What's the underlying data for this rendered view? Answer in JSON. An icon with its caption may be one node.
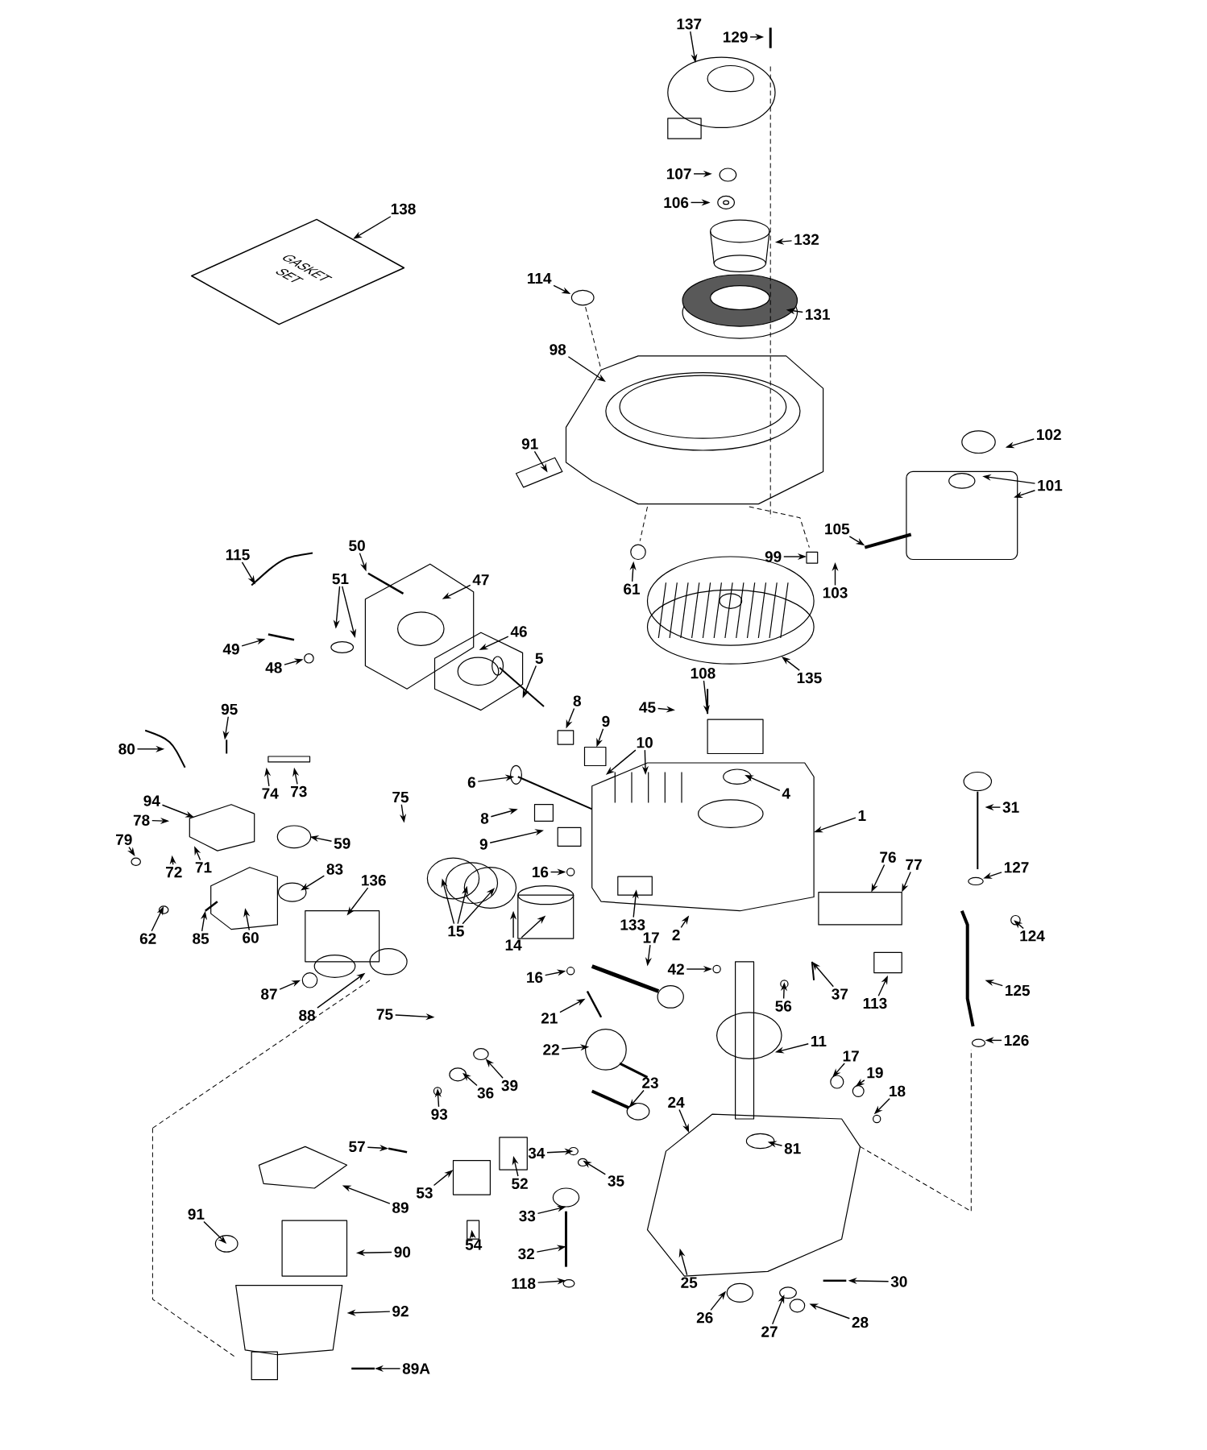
{
  "diagram": {
    "nodes": [
      {
        "text": [
          "137"
        ]
      },
      {
        "text": [
          "129"
        ]
      },
      {
        "text": [
          "107"
        ]
      },
      {
        "text": [
          "106"
        ]
      },
      {
        "text": [
          "138"
        ]
      },
      {
        "text": [
          "GASKET SET"
        ]
      },
      {
        "text": [
          "132"
        ]
      },
      {
        "text": [
          "114"
        ]
      },
      {
        "text": [
          "131"
        ]
      },
      {
        "text": [
          "98"
        ]
      },
      {
        "text": [
          "102"
        ]
      },
      {
        "text": [
          "91"
        ]
      },
      {
        "text": [
          "101"
        ]
      },
      {
        "text": [
          "105"
        ]
      },
      {
        "text": [
          "50"
        ]
      },
      {
        "text": [
          "115"
        ]
      },
      {
        "text": [
          "99"
        ]
      },
      {
        "text": [
          "51"
        ]
      },
      {
        "text": [
          "47"
        ]
      },
      {
        "text": [
          "61"
        ]
      },
      {
        "text": [
          "103"
        ]
      },
      {
        "text": [
          "46"
        ]
      },
      {
        "text": [
          "49"
        ]
      },
      {
        "text": [
          "5"
        ]
      },
      {
        "text": [
          "48"
        ]
      },
      {
        "text": [
          "108"
        ]
      },
      {
        "text": [
          "135"
        ]
      },
      {
        "text": [
          "45"
        ]
      },
      {
        "text": [
          "8"
        ]
      },
      {
        "text": [
          "95"
        ]
      },
      {
        "text": [
          "9"
        ]
      },
      {
        "text": [
          "10"
        ]
      },
      {
        "text": [
          "80"
        ]
      },
      {
        "text": [
          "6"
        ]
      },
      {
        "text": [
          "73"
        ]
      },
      {
        "text": [
          "74"
        ]
      },
      {
        "text": [
          "4"
        ]
      },
      {
        "text": [
          "75"
        ]
      },
      {
        "text": [
          "94"
        ]
      },
      {
        "text": [
          "31"
        ]
      },
      {
        "text": [
          "1"
        ]
      },
      {
        "text": [
          "8"
        ]
      },
      {
        "text": [
          "78"
        ]
      },
      {
        "text": [
          "79"
        ]
      },
      {
        "text": [
          "59"
        ]
      },
      {
        "text": [
          "9"
        ]
      },
      {
        "text": [
          "76"
        ]
      },
      {
        "text": [
          "77"
        ]
      },
      {
        "text": [
          "71"
        ]
      },
      {
        "text": [
          "83"
        ]
      },
      {
        "text": [
          "127"
        ]
      },
      {
        "text": [
          "72"
        ]
      },
      {
        "text": [
          "16"
        ]
      },
      {
        "text": [
          "136"
        ]
      },
      {
        "text": [
          "133"
        ]
      },
      {
        "text": [
          "15"
        ]
      },
      {
        "text": [
          "2"
        ]
      },
      {
        "text": [
          "124"
        ]
      },
      {
        "text": [
          "17"
        ]
      },
      {
        "text": [
          "62"
        ]
      },
      {
        "text": [
          "85"
        ]
      },
      {
        "text": [
          "60"
        ]
      },
      {
        "text": [
          "14"
        ]
      },
      {
        "text": [
          "42"
        ]
      },
      {
        "text": [
          "16"
        ]
      },
      {
        "text": [
          "125"
        ]
      },
      {
        "text": [
          "37"
        ]
      },
      {
        "text": [
          "87"
        ]
      },
      {
        "text": [
          "113"
        ]
      },
      {
        "text": [
          "56"
        ]
      },
      {
        "text": [
          "75"
        ]
      },
      {
        "text": [
          "88"
        ]
      },
      {
        "text": [
          "21"
        ]
      },
      {
        "text": [
          "11"
        ]
      },
      {
        "text": [
          "126"
        ]
      },
      {
        "text": [
          "22"
        ]
      },
      {
        "text": [
          "17"
        ]
      },
      {
        "text": [
          "19"
        ]
      },
      {
        "text": [
          "39"
        ]
      },
      {
        "text": [
          "18"
        ]
      },
      {
        "text": [
          "36"
        ]
      },
      {
        "text": [
          "23"
        ]
      },
      {
        "text": [
          "24"
        ]
      },
      {
        "text": [
          "93"
        ]
      },
      {
        "text": [
          "81"
        ]
      },
      {
        "text": [
          "57"
        ]
      },
      {
        "text": [
          "34"
        ]
      },
      {
        "text": [
          "35"
        ]
      },
      {
        "text": [
          "52"
        ]
      },
      {
        "text": [
          "53"
        ]
      },
      {
        "text": [
          "89"
        ]
      },
      {
        "text": [
          "91"
        ]
      },
      {
        "text": [
          "33"
        ]
      },
      {
        "text": [
          "54"
        ]
      },
      {
        "text": [
          "90"
        ]
      },
      {
        "text": [
          "32"
        ]
      },
      {
        "text": [
          "30"
        ]
      },
      {
        "text": [
          "25"
        ]
      },
      {
        "text": [
          "118"
        ]
      },
      {
        "text": [
          "92"
        ]
      },
      {
        "text": [
          "26"
        ]
      },
      {
        "text": [
          "27"
        ]
      },
      {
        "text": [
          "28"
        ]
      },
      {
        "text": [
          "89A"
        ]
      }
    ],
    "edges": [
      {
        "from": 0,
        "to": null,
        "arrow": "to"
      },
      {
        "from": 1,
        "to": null,
        "arrow": "to"
      },
      {
        "from": 2,
        "to": null,
        "arrow": "to"
      },
      {
        "from": 3,
        "to": null,
        "arrow": "to"
      },
      {
        "from": 4,
        "to": 5,
        "arrow": "to"
      },
      {
        "from": 6,
        "to": null,
        "arrow": "to"
      },
      {
        "from": 7,
        "to": null,
        "arrow": "to"
      },
      {
        "from": 8,
        "to": null,
        "arrow": "to"
      },
      {
        "from": 9,
        "to": null,
        "arrow": "to"
      },
      {
        "from": 10,
        "to": null,
        "arrow": "to"
      },
      {
        "from": 11,
        "to": null,
        "arrow": "to"
      },
      {
        "from": 12,
        "to": null,
        "arrow": "to"
      },
      {
        "from": 12,
        "to": null,
        "arrow": "to"
      },
      {
        "from": 13,
        "to": null,
        "arrow": "to"
      },
      {
        "from": 14,
        "to": null,
        "arrow": "to"
      },
      {
        "from": 15,
        "to": null,
        "arrow": "to"
      },
      {
        "from": 16,
        "to": null,
        "arrow": "to"
      },
      {
        "from": 17,
        "to": null,
        "arrow": "to"
      },
      {
        "from": 17,
        "to": null,
        "arrow": "to"
      },
      {
        "from": 18,
        "to": null,
        "arrow": "to"
      },
      {
        "from": 19,
        "to": null,
        "arrow": "to"
      },
      {
        "from": 20,
        "to": null,
        "arrow": "to"
      },
      {
        "from": 21,
        "to": null,
        "arrow": "to"
      },
      {
        "from": 22,
        "to": null,
        "arrow": "to"
      },
      {
        "from": 23,
        "to": null,
        "arrow": "to"
      },
      {
        "from": 24,
        "to": null,
        "arrow": "to"
      },
      {
        "from": 25,
        "to": null,
        "arrow": "to"
      },
      {
        "from": 26,
        "to": null,
        "arrow": "to"
      },
      {
        "from": 27,
        "to": null,
        "arrow": "to"
      },
      {
        "from": 28,
        "to": null,
        "arrow": "to"
      },
      {
        "from": 29,
        "to": null,
        "arrow": "to"
      },
      {
        "from": 30,
        "to": null,
        "arrow": "to"
      },
      {
        "from": 31,
        "to": null,
        "arrow": "to"
      },
      {
        "from": 31,
        "to": null,
        "arrow": "to"
      },
      {
        "from": 32,
        "to": null,
        "arrow": "to"
      },
      {
        "from": 33,
        "to": null,
        "arrow": "to"
      },
      {
        "from": 34,
        "to": null,
        "arrow": "to"
      },
      {
        "from": 35,
        "to": null,
        "arrow": "to"
      },
      {
        "from": 36,
        "to": null,
        "arrow": "to"
      },
      {
        "from": 37,
        "to": null,
        "arrow": "to"
      },
      {
        "from": 38,
        "to": null,
        "arrow": "to"
      },
      {
        "from": 39,
        "to": null,
        "arrow": "to"
      },
      {
        "from": 40,
        "to": null,
        "arrow": "to"
      },
      {
        "from": 41,
        "to": null,
        "arrow": "to"
      },
      {
        "from": 42,
        "to": null,
        "arrow": "to"
      },
      {
        "from": 43,
        "to": null,
        "arrow": "to"
      },
      {
        "from": 44,
        "to": null,
        "arrow": "to"
      },
      {
        "from": 45,
        "to": null,
        "arrow": "to"
      },
      {
        "from": 46,
        "to": null,
        "arrow": "to"
      },
      {
        "from": 47,
        "to": null,
        "arrow": "to"
      },
      {
        "from": 48,
        "to": null,
        "arrow": "to"
      },
      {
        "from": 49,
        "to": null,
        "arrow": "to"
      },
      {
        "from": 50,
        "to": null,
        "arrow": "to"
      },
      {
        "from": 51,
        "to": null,
        "arrow": "to"
      },
      {
        "from": 52,
        "to": null,
        "arrow": "to"
      },
      {
        "from": 53,
        "to": null,
        "arrow": "to"
      },
      {
        "from": 54,
        "to": null,
        "arrow": "to"
      },
      {
        "from": 55,
        "to": null,
        "arrow": "to"
      },
      {
        "from": 55,
        "to": null,
        "arrow": "to"
      },
      {
        "from": 55,
        "to": null,
        "arrow": "to"
      },
      {
        "from": 56,
        "to": null,
        "arrow": "to"
      },
      {
        "from": 57,
        "to": null,
        "arrow": "to"
      },
      {
        "from": 58,
        "to": null,
        "arrow": "to"
      },
      {
        "from": 59,
        "to": null,
        "arrow": "to"
      },
      {
        "from": 60,
        "to": null,
        "arrow": "to"
      },
      {
        "from": 61,
        "to": null,
        "arrow": "to"
      },
      {
        "from": 62,
        "to": null,
        "arrow": "to"
      },
      {
        "from": 62,
        "to": null,
        "arrow": "to"
      },
      {
        "from": 63,
        "to": null,
        "arrow": "to"
      },
      {
        "from": 64,
        "to": null,
        "arrow": "to"
      },
      {
        "from": 65,
        "to": null,
        "arrow": "to"
      },
      {
        "from": 66,
        "to": null,
        "arrow": "to"
      },
      {
        "from": 67,
        "to": null,
        "arrow": "to"
      },
      {
        "from": 68,
        "to": null,
        "arrow": "to"
      },
      {
        "from": 69,
        "to": null,
        "arrow": "to"
      },
      {
        "from": 70,
        "to": null,
        "arrow": "to"
      },
      {
        "from": 71,
        "to": null,
        "arrow": "to"
      },
      {
        "from": 72,
        "to": null,
        "arrow": "to"
      },
      {
        "from": 73,
        "to": null,
        "arrow": "to"
      },
      {
        "from": 74,
        "to": null,
        "arrow": "to"
      },
      {
        "from": 75,
        "to": null,
        "arrow": "to"
      },
      {
        "from": 76,
        "to": null,
        "arrow": "to"
      },
      {
        "from": 77,
        "to": null,
        "arrow": "to"
      },
      {
        "from": 78,
        "to": null,
        "arrow": "to"
      },
      {
        "from": 79,
        "to": null,
        "arrow": "to"
      },
      {
        "from": 80,
        "to": null,
        "arrow": "to"
      },
      {
        "from": 81,
        "to": null,
        "arrow": "to"
      },
      {
        "from": 82,
        "to": null,
        "arrow": "to"
      },
      {
        "from": 83,
        "to": null,
        "arrow": "to"
      },
      {
        "from": 84,
        "to": null,
        "arrow": "to"
      },
      {
        "from": 85,
        "to": null,
        "arrow": "to"
      },
      {
        "from": 86,
        "to": null,
        "arrow": "to"
      },
      {
        "from": 87,
        "to": null,
        "arrow": "to"
      },
      {
        "from": 88,
        "to": null,
        "arrow": "to"
      },
      {
        "from": 89,
        "to": null,
        "arrow": "to"
      },
      {
        "from": 90,
        "to": null,
        "arrow": "to"
      },
      {
        "from": 91,
        "to": null,
        "arrow": "to"
      },
      {
        "from": 92,
        "to": null,
        "arrow": "to"
      },
      {
        "from": 93,
        "to": null,
        "arrow": "to"
      },
      {
        "from": 94,
        "to": null,
        "arrow": "to"
      },
      {
        "from": 95,
        "to": null,
        "arrow": "to"
      },
      {
        "from": 96,
        "to": null,
        "arrow": "to"
      },
      {
        "from": 97,
        "to": null,
        "arrow": "to"
      },
      {
        "from": 98,
        "to": null,
        "arrow": "to"
      },
      {
        "from": 99,
        "to": null,
        "arrow": "to"
      },
      {
        "from": 100,
        "to": null,
        "arrow": "to"
      },
      {
        "from": 101,
        "to": null,
        "arrow": "to"
      },
      {
        "from": 102,
        "to": null,
        "arrow": "to"
      },
      {
        "from": 103,
        "to": null,
        "arrow": "to"
      }
    ]
  }
}
